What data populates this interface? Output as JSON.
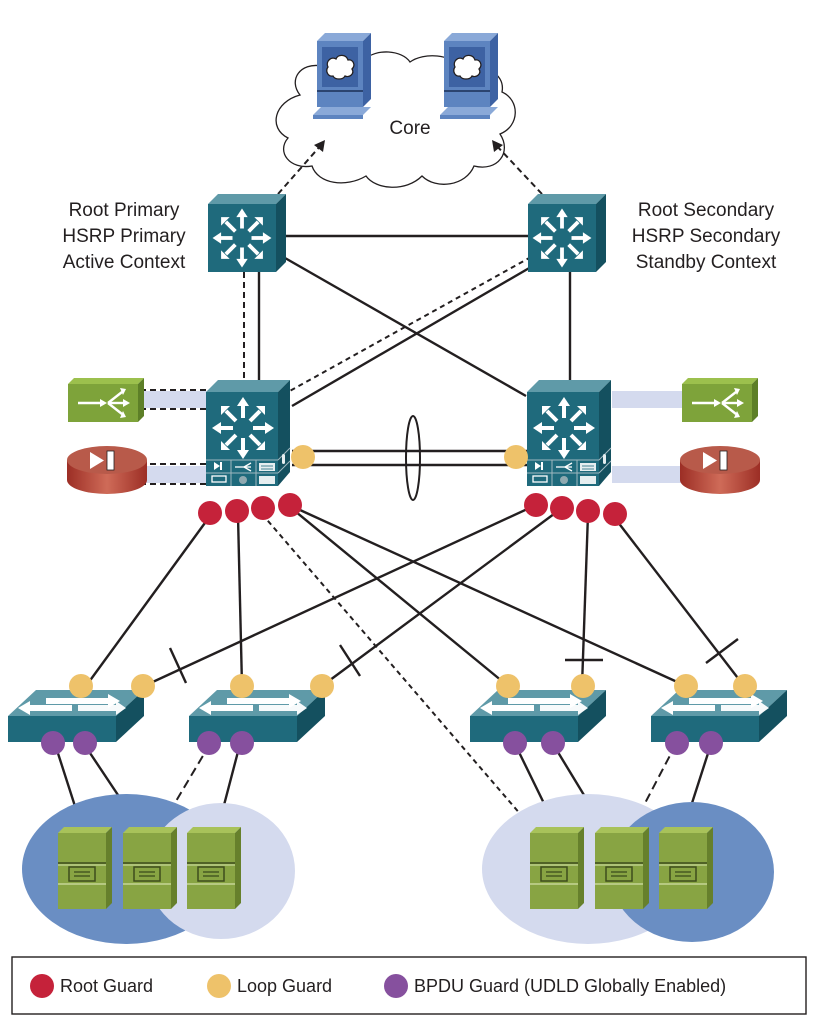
{
  "core": {
    "label": "Core"
  },
  "agg_left": {
    "lines": [
      "Root Primary",
      "HSRP Primary",
      "Active Context"
    ]
  },
  "agg_right": {
    "lines": [
      "Root Secondary",
      "HSRP Secondary",
      "Standby Context"
    ]
  },
  "legend": {
    "items": [
      {
        "label": "Root Guard",
        "color": "#c5223a"
      },
      {
        "label": "Loop Guard",
        "color": "#eec26a"
      },
      {
        "label": "BPDU Guard (UDLD Globally Enabled)",
        "color": "#86509e"
      }
    ]
  },
  "colors": {
    "switch_front": "#1f6a7c",
    "switch_top": "#5f9aa8",
    "switch_side": "#14505f",
    "core_blue": "#5d84c0",
    "server_green": "#88a443",
    "svc_green": "#7ea33a",
    "ips_red": "#b84a3d",
    "cluster_dark": "#6a8ec3",
    "cluster_light": "#d4daee"
  }
}
